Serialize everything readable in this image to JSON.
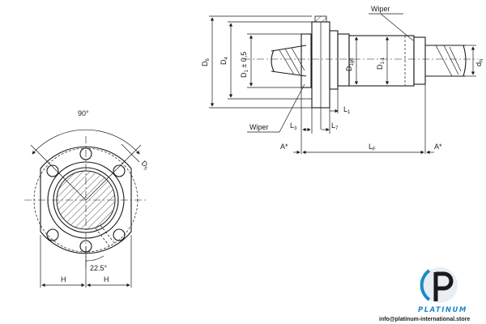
{
  "front_view": {
    "angle_90": "90°",
    "angle_22_5": "22.5°",
    "d5": "D",
    "d5_sub": "5",
    "h_left": "H",
    "h_right": "H"
  },
  "side_view": {
    "wiper_top": "Wiper",
    "wiper_bottom": "Wiper",
    "d6": "D",
    "d6_sub": "6",
    "d4": "D",
    "d4_sub": "4",
    "d1_tol": "D",
    "d1_tol_sub": "1",
    "d1_tol_suffix": " ± 0,5",
    "d1g6": "D",
    "d1g6_sub": "1g6",
    "d1_1": "D",
    "d1_1_sub": "1-1",
    "dn": "d",
    "dn_sub": "N",
    "l1": "L",
    "l1_sub": "1",
    "l3": "L",
    "l3_sub": "3",
    "l7": "L",
    "l7_sub": "7",
    "lf": "L",
    "lf_sub": "F",
    "a_left": "A*",
    "a_right": "A*"
  },
  "brand": {
    "name": "PLATINUM",
    "email": "info@platinum-international.store",
    "color_primary": "#1e88c8",
    "color_dark": "#1a1a1a"
  }
}
